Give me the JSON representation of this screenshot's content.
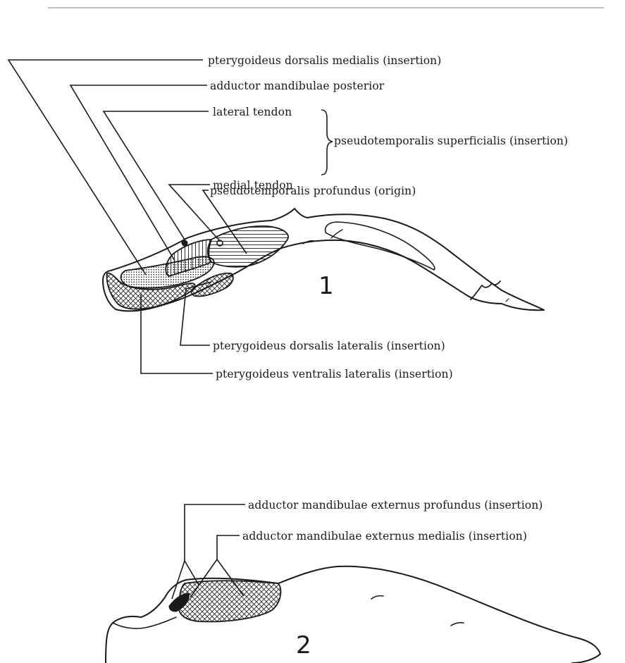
{
  "figure1": {
    "number": "1",
    "labels": {
      "pterygoideus_dorsalis_medialis": "pterygoideus dorsalis medialis (insertion)",
      "adductor_mandibulae_posterior": "adductor mandibulae posterior",
      "lateral_tendon": "lateral tendon",
      "medial_tendon": "medial tendon",
      "pseudotemporalis_superficialis": "pseudotemporalis superficialis (insertion)",
      "pseudotemporalis_profundus": "pseudotemporalis profundus (origin)",
      "pterygoideus_dorsalis_lateralis": "pterygoideus dorsalis lateralis (insertion)",
      "pterygoideus_ventralis_lateralis": "pterygoideus ventralis lateralis (insertion)"
    }
  },
  "figure2": {
    "number": "2",
    "labels": {
      "adductor_externus_profundus": "adductor mandibulae externus profundus (insertion)",
      "adductor_externus_medialis": "adductor mandibulae externus medialis (insertion)"
    }
  },
  "colors": {
    "ink": "#1a1a1a",
    "paper": "#ffffff",
    "rule": "#9a9a9a"
  }
}
